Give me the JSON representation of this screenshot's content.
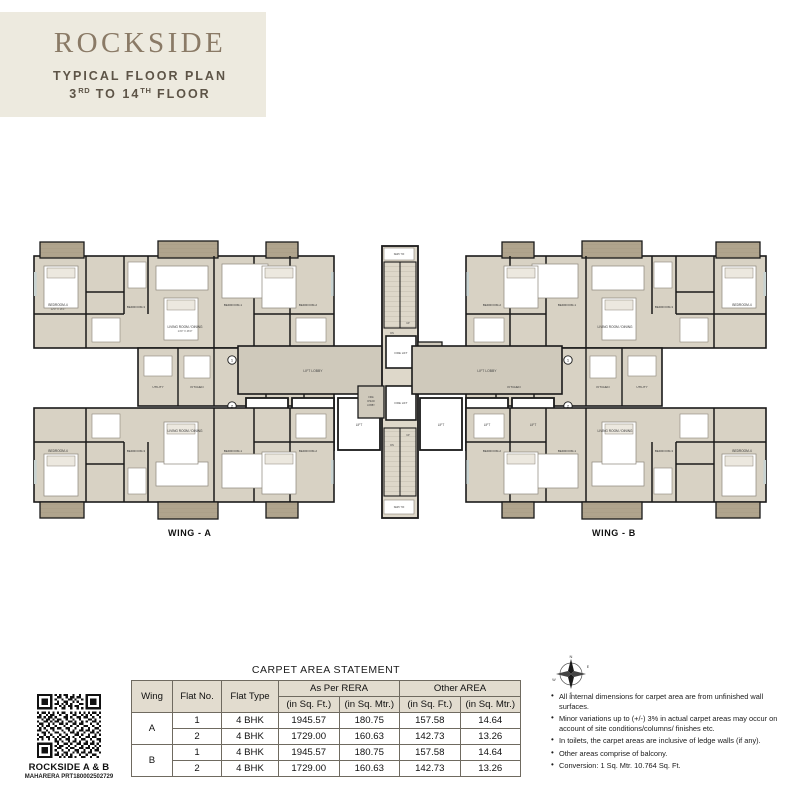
{
  "title_block": {
    "brand": "ROCKSIDE",
    "subtitle_line1": "TYPICAL FLOOR PLAN",
    "subtitle_line2_pre": "3",
    "subtitle_line2_ord1": "RD",
    "subtitle_line2_mid": " TO 14",
    "subtitle_line2_ord2": "TH",
    "subtitle_line2_post": " FLOOR",
    "background_color": "#EDEADF",
    "brand_color": "#8A7A66"
  },
  "plan": {
    "wing_a_label": "WING - A",
    "wing_b_label": "WING - B",
    "colors": {
      "wall": "#1a1a1a",
      "room_fill": "#d8d2c4",
      "balcony_fill": "#b0a48d",
      "lobby_fill": "#cfc9bb",
      "lift_fill": "#ffffff",
      "stair_fill": "#ded8ca",
      "window_fill": "#c8d3d1"
    },
    "room_labels": {
      "bedroom_4": "BEDROOM-4",
      "bedroom_4_dim": "12'0\" X 16'1\"",
      "bedroom_3": "BEDROOM-3",
      "bedroom_3_dim": "11'1\" X 13'0\"",
      "bedroom_2": "BEDROOM-2",
      "bedroom_2_dim": "11'1\" X 13'0\"",
      "bedroom_1": "BEDROOM-1",
      "bedroom_1_dim": "10'6\" X 14'0\"",
      "living_dining": "LIVING ROOM / DINING",
      "living_dining_dim": "14'0\" X 46'0\"",
      "kitchen": "KITCHEN",
      "kitchen_dim": "12'0\" X 9'2\"",
      "utility": "UTILITY",
      "utility_dim": "4'6\" X 9'2\"",
      "serv_room": "SERV. ROOM",
      "serv_room_dim": "7'1\" X 8'0\"",
      "serv_toilet": "SERV. TOILET",
      "serv_toilet_dim": "3'10\" X 7'2\"",
      "walk_in": "WALK-IN",
      "walk_in_dim": "6'4\" X 7'2\"",
      "toilet_1": "TOILET-1",
      "toilet_2": "TOILET-2",
      "toilet_3": "TOILET-3",
      "toilet_4": "TOILET-4",
      "toilet_dim": "5'0\" X 8'0\"",
      "passage_1": "PASSAGE-1",
      "passage_2": "PASSAGE-2",
      "passage_dim": "3'6\" X 11'0\"",
      "pass_3": "PASS-3",
      "pass_4": "PASS-4",
      "pass_dim": "3'3\" X 3'9\"",
      "balcony_1": "BALCONY-1",
      "balcony_1_dim": "10'0\" X 6'0\"",
      "balcony_2": "BALCONY-2",
      "balcony_2_dim": "5'0\" X 6'0\"",
      "lift_lobby": "LIFT LOBBY",
      "lift": "LIFT",
      "fire_lift": "FIRE LIFT",
      "fire_check_lobby": "FIRE CHECK LOBBY",
      "up": "UP",
      "dn": "DN",
      "flat_marker_1": "1",
      "flat_marker_2": "2"
    }
  },
  "carpet_table": {
    "caption": "CARPET AREA STATEMENT",
    "group_headers": {
      "as_per_rera": "As Per RERA",
      "other_area": "Other AREA"
    },
    "columns": [
      "Wing",
      "Flat No.",
      "Flat Type",
      "(in Sq. Ft.)",
      "(in Sq. Mtr.)",
      "(in Sq. Ft.)",
      "(in Sq. Mtr.)"
    ],
    "rows": [
      {
        "wing": "A",
        "flat_no": "1",
        "flat_type": "4 BHK",
        "rera_sqft": "1945.57",
        "rera_sqmtr": "180.75",
        "other_sqft": "157.58",
        "other_sqmtr": "14.64"
      },
      {
        "wing": "A",
        "flat_no": "2",
        "flat_type": "4 BHK",
        "rera_sqft": "1729.00",
        "rera_sqmtr": "160.63",
        "other_sqft": "142.73",
        "other_sqmtr": "13.26"
      },
      {
        "wing": "B",
        "flat_no": "1",
        "flat_type": "4 BHK",
        "rera_sqft": "1945.57",
        "rera_sqmtr": "180.75",
        "other_sqft": "157.58",
        "other_sqmtr": "14.64"
      },
      {
        "wing": "B",
        "flat_no": "2",
        "flat_type": "4 BHK",
        "rera_sqft": "1729.00",
        "rera_sqmtr": "160.63",
        "other_sqft": "142.73",
        "other_sqmtr": "13.26"
      }
    ],
    "header_bg": "#E2DCCF"
  },
  "qr_block": {
    "project_name": "ROCKSIDE A & B",
    "rera_number": "MAHARERA PRT180002502729"
  },
  "compass": {
    "north": "N",
    "south": "S",
    "east": "E",
    "west": "W"
  },
  "notes": [
    "All internal dimensions for carpet area are from unfinished wall surfaces.",
    "Minor variations up to (+/-) 3% in actual carpet areas may occur on account of site conditions/columns/ finishes etc.",
    "In toilets, the carpet areas are inclusive of ledge walls (if any).",
    "Other areas comprise of balcony.",
    "Conversion: 1 Sq. Mtr. 10.764 Sq. Ft."
  ]
}
